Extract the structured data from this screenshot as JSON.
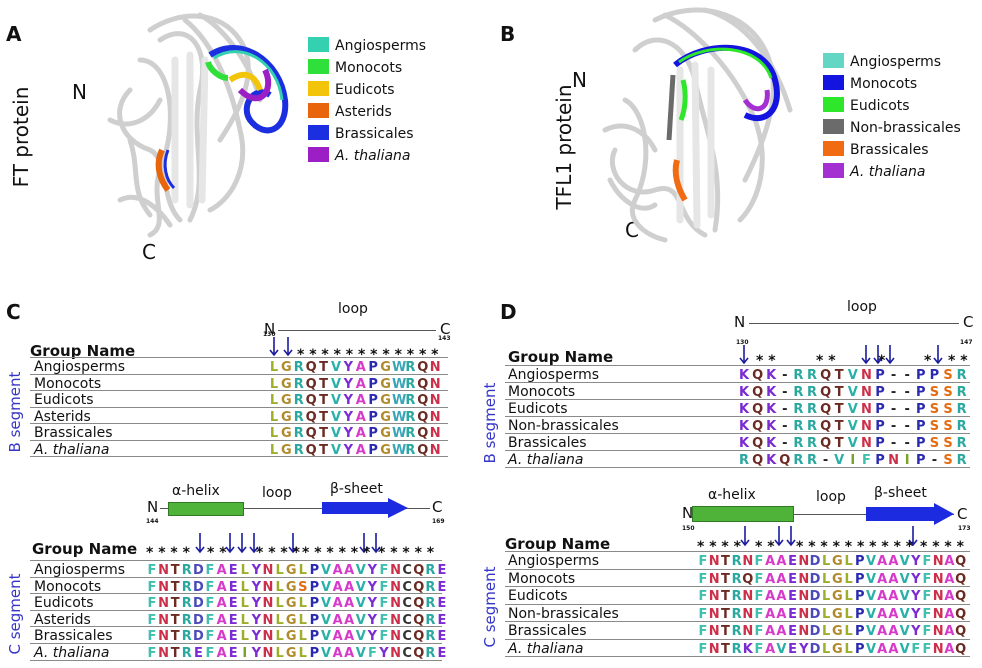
{
  "colors": {
    "A": "#d63ac9",
    "C": "#333333",
    "D": "#4b4ab8",
    "E": "#7a2bd1",
    "F": "#3fbfae",
    "G": "#b08a2a",
    "H": "#333333",
    "I": "#7aa326",
    "K": "#7a2bd1",
    "L": "#9dae2a",
    "M": "#333333",
    "N": "#cc2f49",
    "P": "#2a2ab0",
    "Q": "#6b2a22",
    "R": "#2aa8a0",
    "S": "#e36c12",
    "T": "#6b2a22",
    "V": "#2ab0a8",
    "W": "#3ba5b8",
    "Y": "#7a2bd1",
    "dash": "#222222"
  },
  "panelA": {
    "letter": "A",
    "side_label": "FT protein",
    "n_label": "N",
    "c_label": "C",
    "legend": [
      {
        "label": "Angiosperms",
        "color": "#34d1b1",
        "italic": false
      },
      {
        "label": "Monocots",
        "color": "#2fe03a",
        "italic": false
      },
      {
        "label": "Eudicots",
        "color": "#f2c40a",
        "italic": false
      },
      {
        "label": "Asterids",
        "color": "#e8650c",
        "italic": false
      },
      {
        "label": "Brassicales",
        "color": "#1c2fe0",
        "italic": false
      },
      {
        "label": "A. thaliana",
        "color": "#9b1fc4",
        "italic": true
      }
    ]
  },
  "panelB": {
    "letter": "B",
    "side_label": "TFL1 protein",
    "n_label": "N",
    "c_label": "C",
    "legend": [
      {
        "label": "Angiosperms",
        "color": "#63d6c4",
        "italic": false
      },
      {
        "label": "Monocots",
        "color": "#1414e0",
        "italic": false
      },
      {
        "label": "Eudicots",
        "color": "#2ee62a",
        "italic": false
      },
      {
        "label": "Non-brassicales",
        "color": "#6b6b6b",
        "italic": false
      },
      {
        "label": "Brassicales",
        "color": "#f06b12",
        "italic": false
      },
      {
        "label": "A. thaliana",
        "color": "#a430d2",
        "italic": true
      }
    ]
  },
  "panelC": {
    "letter": "C",
    "b_segment": {
      "side_label": "B segment",
      "header": "Group Name",
      "n_label": "N",
      "c_label": "C",
      "region": "loop",
      "start": "130",
      "end": "143",
      "stars": "* * * * * * * * * * * *",
      "rows": [
        {
          "name": "Angiosperms",
          "italic": false,
          "seq": "LGRQTVYAPGWRQN"
        },
        {
          "name": "Monocots",
          "italic": false,
          "seq": "LGRQTVYAPGWRQN"
        },
        {
          "name": "Eudicots",
          "italic": false,
          "seq": "LGRQTVYAPGWRQN"
        },
        {
          "name": "Asterids",
          "italic": false,
          "seq": "LGRQTVYAPGWRQN"
        },
        {
          "name": "Brassicales",
          "italic": false,
          "seq": "LGRQTVYAPGWRQN"
        },
        {
          "name": "A. thaliana",
          "italic": true,
          "seq": "LGRQTVYAPGWRQN"
        }
      ]
    },
    "c_segment": {
      "side_label": "C segment",
      "header": "Group Name",
      "n_label": "N",
      "c_label": "C",
      "helix": "α-helix",
      "loop": "loop",
      "sheet": "β-sheet",
      "start": "144",
      "end": "169",
      "stars_left": "* * * *",
      "stars_mid1": "* *",
      "stars_mid2": "* * * *",
      "stars_mid3": "* * * * * *",
      "stars_right": "* * * * *",
      "rows": [
        {
          "name": "Angiosperms",
          "italic": false,
          "seq": "FNTRDFAELYNLGLPVAAVYFNCQRE"
        },
        {
          "name": "Monocots",
          "italic": false,
          "seq": "FNTRDFAELYNLGSPVAAVYFNCQRE"
        },
        {
          "name": "Eudicots",
          "italic": false,
          "seq": "FNTRDFAELYNLGLPVAAVYFNCQRE"
        },
        {
          "name": "Asterids",
          "italic": false,
          "seq": "FNTRDFAELYNLGLPVAAVYFNCQRE"
        },
        {
          "name": "Brassicales",
          "italic": false,
          "seq": "FNTRDFAELYNLGLPVAAVYFNCQRE"
        },
        {
          "name": "A. thaliana",
          "italic": true,
          "seq": "FNTREFAEIYNLGLPVAAVFYNCQRE"
        }
      ]
    }
  },
  "panelD": {
    "letter": "D",
    "b_segment": {
      "side_label": "B segment",
      "header": "Group Name",
      "n_label": "N",
      "c_label": "C",
      "region": "loop",
      "start": "130",
      "end": "147",
      "stars_a": "* *",
      "stars_b": "* *",
      "stars_c": "*",
      "stars_d": "*",
      "stars_e": "* *",
      "rows": [
        {
          "name": "Angiosperms",
          "italic": false,
          "seq": "KQK-RRQTVNP--PPSR"
        },
        {
          "name": "Monocots",
          "italic": false,
          "seq": "KQK-RRQTVNP--PSSR"
        },
        {
          "name": "Eudicots",
          "italic": false,
          "seq": "KQK-RRQTVNP--PSSR"
        },
        {
          "name": "Non-brassicales",
          "italic": false,
          "seq": "KQK-RRQTVNP--PSSR"
        },
        {
          "name": "Brassicales",
          "italic": false,
          "seq": "KQK-RRQTVNP--PSSR"
        },
        {
          "name": "A. thaliana",
          "italic": true,
          "seq": "RQKQRR-VIFPNIP-SR"
        }
      ]
    },
    "c_segment": {
      "side_label": "C segment",
      "header": "Group Name",
      "n_label": "N",
      "c_label": "C",
      "helix": "α-helix",
      "loop": "loop",
      "sheet": "β-sheet",
      "start": "150",
      "end": "173",
      "stars_left": "* * * *",
      "stars_mid1": "* *",
      "stars_mid2": "* * * * * * * * * *",
      "stars_right": "* * * *",
      "rows": [
        {
          "name": "Angiosperms",
          "italic": false,
          "seq": "FNTRNFAAENDLGLPVAAVYFNAQ"
        },
        {
          "name": "Monocots",
          "italic": false,
          "seq": "FNTRQFAAENDLGLPVAAVYFNAQ"
        },
        {
          "name": "Eudicots",
          "italic": false,
          "seq": "FNTRNFAAENDLGLPVAAVYFNAQ"
        },
        {
          "name": "Non-brassicales",
          "italic": false,
          "seq": "FNTRNFAAENDLGLPVAAVYFNAQ"
        },
        {
          "name": "Brassicales",
          "italic": false,
          "seq": "FNTRNFAAENDLGLPVAAVYFNAQ"
        },
        {
          "name": "A. thaliana",
          "italic": true,
          "seq": "FNTRKFAVEYDLGLPVAAVFFNAQ"
        }
      ]
    }
  }
}
